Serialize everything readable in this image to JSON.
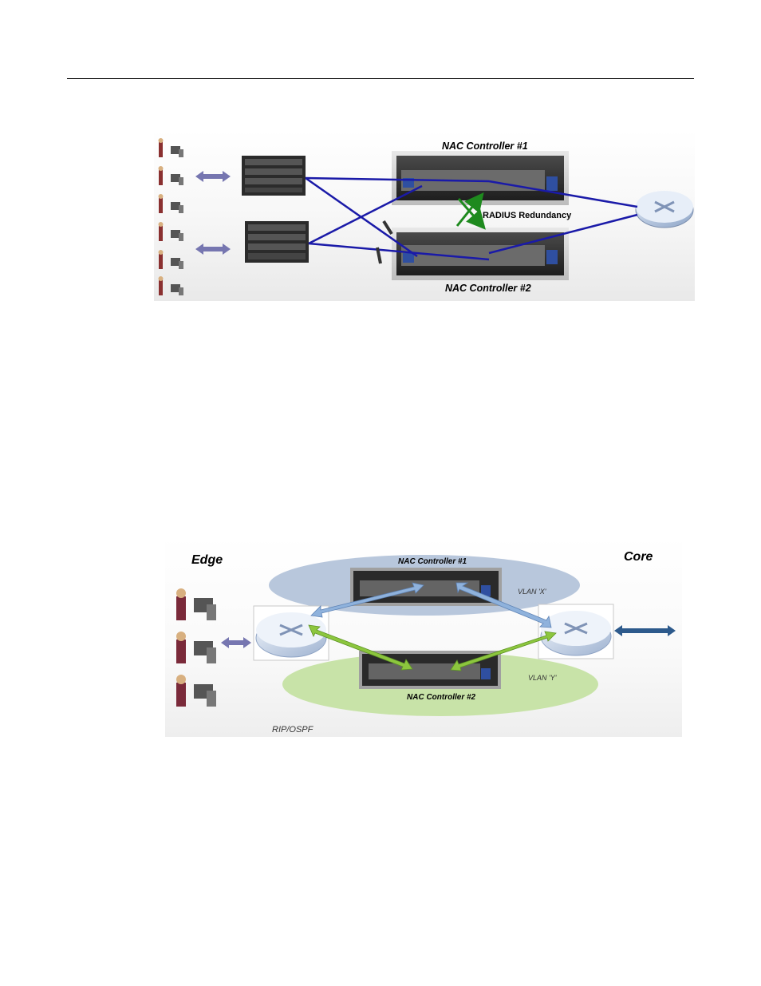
{
  "figure1": {
    "controller1_label": "NAC Controller #1",
    "controller2_label": "NAC Controller #2",
    "redundancy_label": "RADIUS Redundancy",
    "colors": {
      "link": "#1a1aa8",
      "redundancy": "#1e8a1e",
      "edge_arrow": "#7676b0"
    }
  },
  "figure2": {
    "edge_label": "Edge",
    "core_label": "Core",
    "controller1_label": "NAC Controller #1",
    "controller2_label": "NAC Controller #2",
    "vlan_x_label": "VLAN 'X'",
    "vlan_y_label": "VLAN 'Y'",
    "routing_label": "RIP/OSPF",
    "colors": {
      "vlan_x_zone": "#b8c7dc",
      "vlan_y_zone": "#c8e3a8",
      "blue_arrow": "#8fb2dc",
      "green_arrow": "#8cc63e"
    }
  }
}
